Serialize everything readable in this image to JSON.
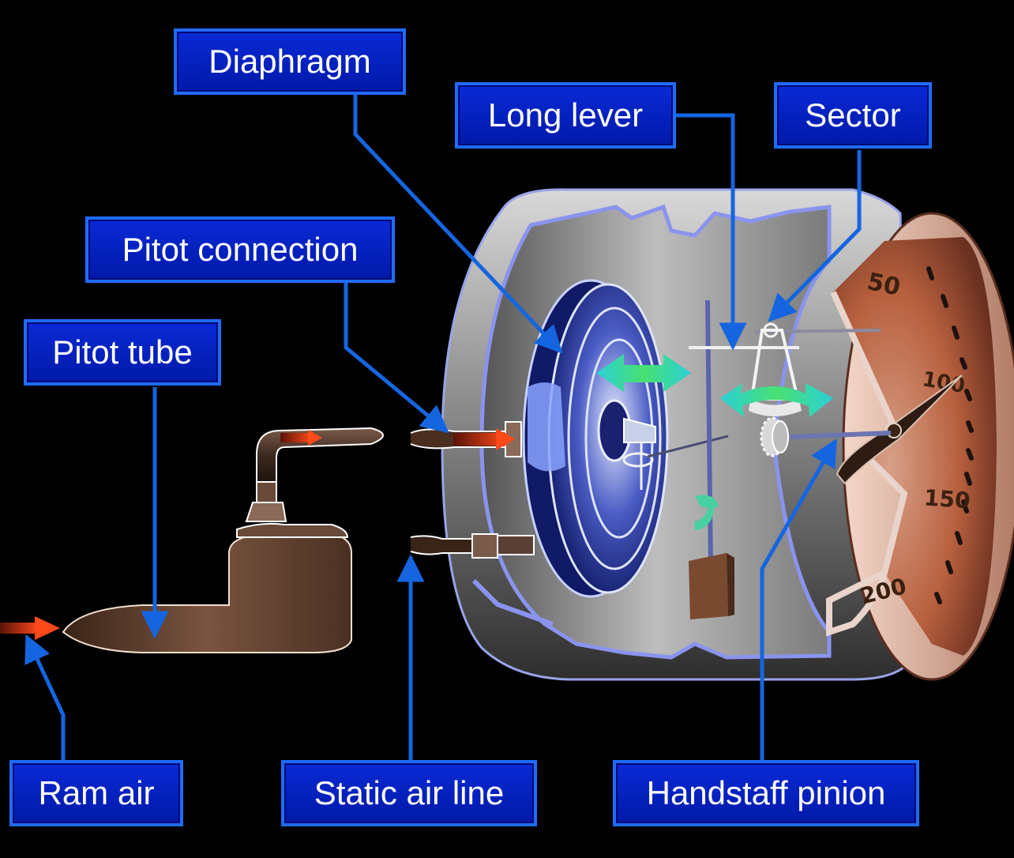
{
  "labels": {
    "diaphragm": "Diaphragm",
    "long_lever": "Long lever",
    "sector": "Sector",
    "pitot_connection": "Pitot connection",
    "pitot_tube": "Pitot tube",
    "ram_air": "Ram air",
    "static_air_line": "Static air line",
    "handstaff_pinion": "Handstaff pinion"
  },
  "dial": {
    "numbers": [
      "50",
      "100",
      "150",
      "200"
    ]
  },
  "colors": {
    "background": "#000000",
    "callout_fill": "#0a2ad6",
    "callout_border": "#1f6bff",
    "leader_line": "#1565e0",
    "air_arrow": "#e2401a",
    "motion_arrow": "#3ad0a0"
  }
}
